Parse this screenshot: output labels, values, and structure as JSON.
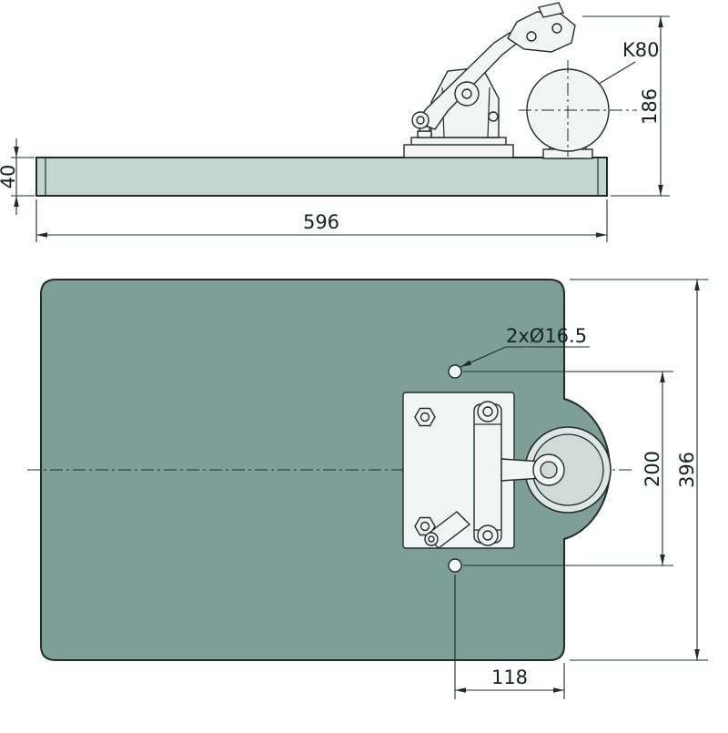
{
  "drawing": {
    "side_view": {
      "thickness_label": "40",
      "length_label": "596",
      "height_label": "186",
      "ball_label": "K80"
    },
    "plan_view": {
      "holes_label": "2xØ16.5",
      "hole_spacing_label": "200",
      "width_label": "396",
      "hole_offset_label": "118"
    },
    "colors": {
      "line": "#1e2c29",
      "text": "#15211e",
      "plate_side_fill": "#c4d5d0",
      "plate_plan_fill": "#7e9e97",
      "part_fill": "#f2f5f4",
      "flange_fill": "#dfe6e4",
      "flange_inner_fill": "#d0dad7",
      "background": "#ffffff"
    }
  }
}
